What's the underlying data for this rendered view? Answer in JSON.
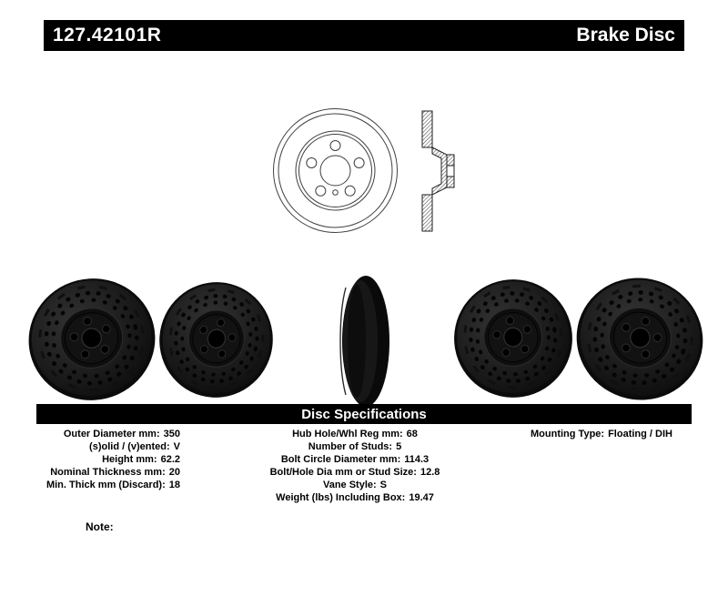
{
  "header": {
    "part_number": "127.42101R",
    "title": "Brake Disc"
  },
  "specs_section": {
    "title": "Disc Specifications"
  },
  "specs": {
    "left": [
      {
        "label": "Outer Diameter mm:",
        "value": "350"
      },
      {
        "label": "(s)olid / (v)ented:",
        "value": "V"
      },
      {
        "label": "Height mm:",
        "value": "62.2"
      },
      {
        "label": "Nominal Thickness mm:",
        "value": "20"
      },
      {
        "label": "Min. Thick mm (Discard):",
        "value": "18"
      }
    ],
    "middle": [
      {
        "label": "Hub Hole/Whl Reg mm:",
        "value": "68"
      },
      {
        "label": "Number of Studs:",
        "value": "5"
      },
      {
        "label": "Bolt Circle Diameter mm:",
        "value": "114.3"
      },
      {
        "label": "Bolt/Hole Dia mm or Stud Size:",
        "value": "12.8"
      },
      {
        "label": "Vane Style:",
        "value": "S"
      },
      {
        "label": "Weight (lbs) Including Box:",
        "value": "19.47"
      }
    ],
    "right": [
      {
        "label": "Mounting Type:",
        "value": "Floating / DIH"
      }
    ]
  },
  "note": {
    "label": "Note:"
  }
}
